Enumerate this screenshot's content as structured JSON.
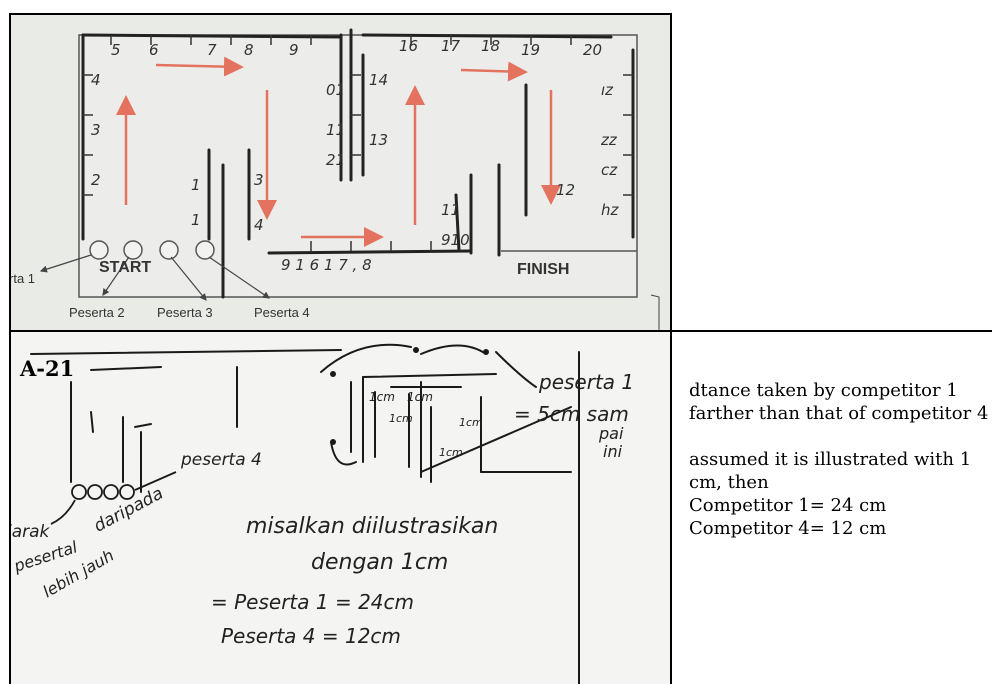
{
  "figure": {
    "numbers_top": [
      "5",
      "6",
      "7",
      "8",
      "9",
      "16",
      "17",
      "18",
      "19",
      "20"
    ],
    "start_label": "START",
    "finish_label": "FINISH",
    "participants": [
      "rta 1",
      "Peserta 2",
      "Peserta 3",
      "Peserta 4"
    ]
  },
  "case_id": "A-21",
  "handwriting": {
    "peserta1": "peserta 1",
    "peserta4": "peserta 4",
    "cm_labels": [
      "1cm",
      "1cm",
      "1cm",
      "1cm",
      "1cm"
    ],
    "eq": "= 5cm sam",
    "pai": "pai",
    "ini": "ini",
    "jarak": "jarak",
    "pesertal": "pesertal",
    "lebih": "lebih jauh",
    "daripada": "daripada",
    "line1": "misalkan diilustrasikan",
    "line2": "dengan 1cm",
    "result1": "= Peserta 1 = 24cm",
    "result4": "Peserta 4 = 12cm"
  },
  "translation": {
    "line1": "dtance taken by competitor 1 farther than that of competitor 4",
    "line2": "assumed it is illustrated with 1 cm, then",
    "line3": "Competitor 1= 24 cm",
    "line4": "Competitor 4= 12 cm"
  }
}
